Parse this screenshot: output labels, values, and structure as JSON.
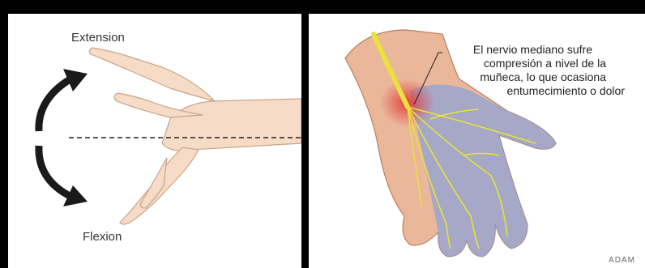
{
  "left": {
    "extension_label": "Extension",
    "flexion_label": "Flexion"
  },
  "right": {
    "callout_lines": [
      "El nervio mediano sufre",
      "compresión a nivel de la",
      "muñeca, lo que ocasiona",
      "entumecimiento o dolor"
    ],
    "watermark": "ADAM"
  },
  "colors": {
    "skin": "#f6dcc6",
    "skin_outline": "#c9a38a",
    "arrow": "#1a1a1a",
    "nerve": "#e8e23a",
    "palm_overlay": "#8fa3d6",
    "inflammation": "#e23a3a"
  }
}
